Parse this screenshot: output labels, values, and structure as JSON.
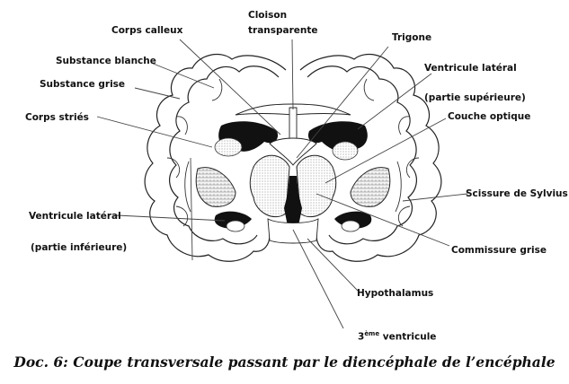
{
  "labels": {
    "corps_calleux": "Corps calleux",
    "cloison_line1": "Cloison",
    "cloison_line2": "transparente",
    "trigone": "Trigone",
    "substance_blanche": "Substance blanche",
    "substance_grise": "Substance grise",
    "ventricule_lateral_sup": "Ventricule latéral",
    "partie_superieure": "(partie supérieure)",
    "corps_stries": "Corps striés",
    "couche_optique": "Couche optique",
    "scissure_sylvius": "Scissure de Sylvius",
    "ventricule_lateral_inf": "Ventricule latéral",
    "partie_inferieure": "(partie inférieure)",
    "commissure_grise": "Commissure grise",
    "hypothalamus": "Hypothalamus",
    "troisieme_num": "3",
    "troisieme_sup": "ème",
    "troisieme_rest": " ventricule"
  },
  "caption": "Doc. 6: Coupe transversale passant par le diencéphale de l’encéphale",
  "colors": {
    "ink": "#111111",
    "dark_fill": "#111111",
    "stipple": "#9a9a9a",
    "background": "#ffffff"
  }
}
